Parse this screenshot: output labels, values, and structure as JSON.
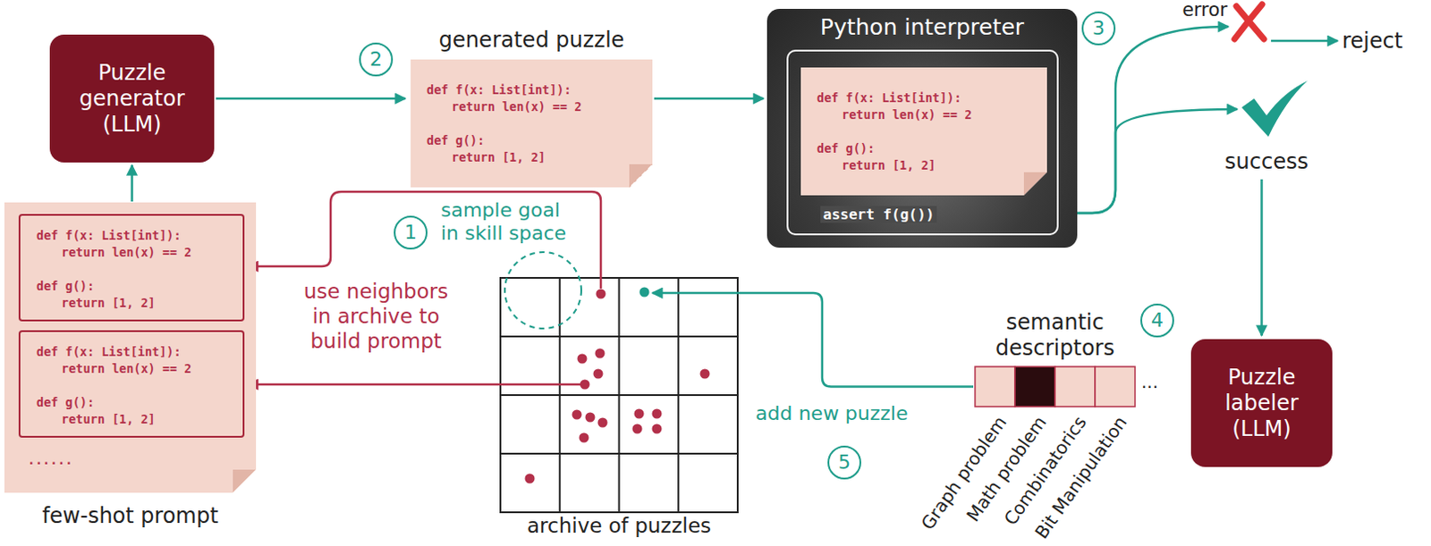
{
  "diagram": {
    "nodes": [
      {
        "text": [
          "Puzzle generator (LLM)"
        ]
      },
      {
        "text": [
          "few-shot prompt",
          "......"
        ]
      },
      {
        "text": [
          "def f(x: List[int]):",
          "return len(x) == 2",
          "def g():",
          "return [1, 2]"
        ],
        "in": 1
      },
      {
        "text": [
          "def f(x: List[int]):",
          "return len(x) == 2",
          "def g():",
          "return [1, 2]"
        ],
        "in": 1
      },
      {
        "text": [
          "generated puzzle",
          "def f(x: List[int]):",
          "return len(x) == 2",
          "def g():",
          "return [1, 2]"
        ]
      },
      {
        "text": [
          "Python interpreter"
        ]
      },
      {
        "text": [
          "assert f(g())"
        ],
        "in": 5
      },
      {
        "text": [
          "def f(x: List[int]):",
          "return len(x) == 2",
          "def g():",
          "return [1, 2]"
        ],
        "in": 6
      },
      {
        "text": [
          "error"
        ]
      },
      {
        "text": [
          "reject"
        ]
      },
      {
        "text": [
          "success"
        ]
      },
      {
        "text": [
          "Puzzle labeler (LLM)"
        ]
      },
      {
        "text": [
          "archive of puzzles"
        ]
      },
      {
        "text": [
          "semantic descriptors"
        ]
      }
    ],
    "edges": [
      {
        "from": 1,
        "to": 0,
        "arrow": "to"
      },
      {
        "from": 0,
        "to": 4,
        "arrow": "to"
      },
      {
        "from": 4,
        "to": 5,
        "arrow": "to"
      },
      {
        "from": 6,
        "to": 8,
        "arrow": "to"
      },
      {
        "from": 6,
        "to": 10,
        "arrow": "to"
      },
      {
        "from": 8,
        "to": 9,
        "arrow": "to"
      },
      {
        "from": 10,
        "to": 11,
        "arrow": "to"
      },
      {
        "from": 13,
        "to": 12,
        "label": "add new puzzle",
        "arrow": "to"
      },
      {
        "from": 12,
        "to": 2,
        "label": "use neighbors in archive to build prompt",
        "arrow": "to"
      },
      {
        "from": 12,
        "to": 3,
        "arrow": "to"
      }
    ],
    "labels": [
      "1",
      "2",
      "3",
      "4",
      "5",
      "sample goal in skill space",
      "Graph problem",
      "Math problem",
      "Combinatorics",
      "Bit Manipulation",
      "..."
    ]
  }
}
